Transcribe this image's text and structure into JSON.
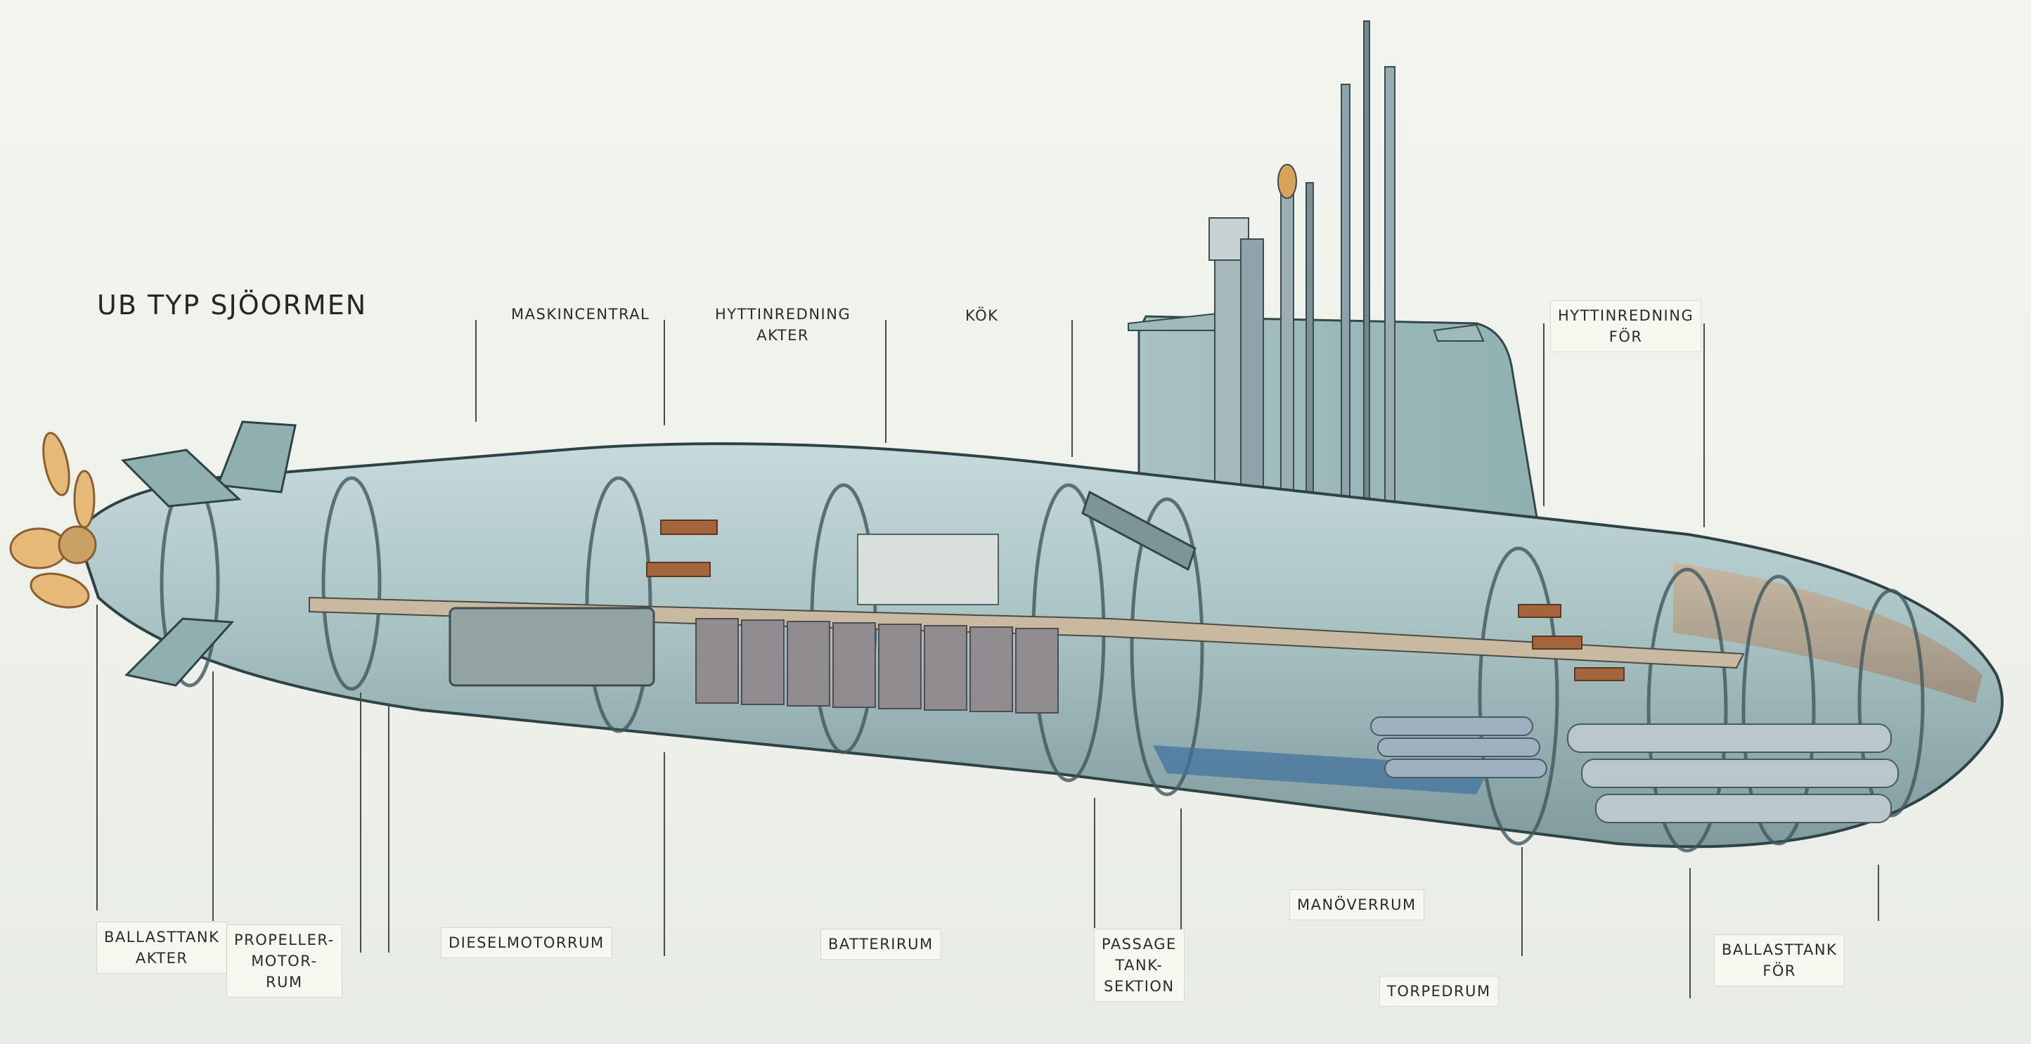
{
  "title": "UB TYP SJÖORMEN",
  "labels": {
    "maskincentral": [
      "MASKINCENTRAL"
    ],
    "hyttinredning_akter": [
      "HYTTINREDNING",
      "AKTER"
    ],
    "kok": [
      "KÖK"
    ],
    "hyttinredning_for": [
      "HYTTINREDNING",
      "FÖR"
    ],
    "ballasttank_akter": [
      "BALLASTTANK",
      "AKTER"
    ],
    "propellermotorrum": [
      "PROPELLER-",
      "MOTOR-",
      "RUM"
    ],
    "dieselmotorrum": [
      "DIESELMOTORRUM"
    ],
    "batterirum": [
      "BATTERIRUM"
    ],
    "passage_tanksektion": [
      "PASSAGE",
      "TANK-",
      "SEKTION"
    ],
    "manoverrum": [
      "MANÖVERRUM"
    ],
    "torpedrum": [
      "TORPEDRUM"
    ],
    "ballasttank_for": [
      "BALLASTTANK",
      "FÖR"
    ]
  },
  "colors": {
    "hull": "#a9c3c4",
    "hull_dark": "#5d7679",
    "propeller": "#e7b979",
    "interior_wood": "#a4653c",
    "water": "#3f6f9d"
  }
}
